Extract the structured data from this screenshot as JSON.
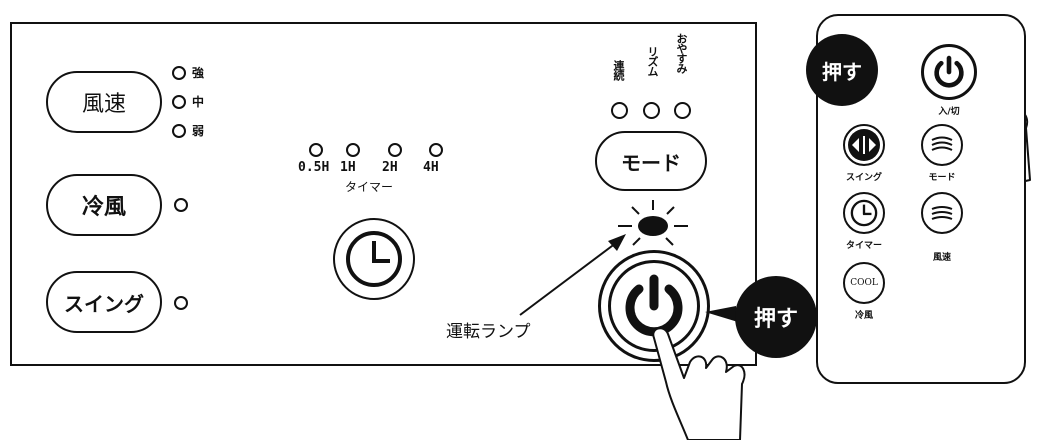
{
  "panel": {
    "fan_speed_button": "風速",
    "fan_levels": [
      "強",
      "中",
      "弱"
    ],
    "cool_button": "冷風",
    "swing_button": "スイング",
    "timer_options": [
      "0.5H",
      "1H",
      "2H",
      "4H"
    ],
    "timer_label": "タイマー",
    "mode_options": [
      "連続",
      "リズム",
      "おやすみ"
    ],
    "mode_button": "モード",
    "lamp_label": "運転ランプ",
    "press_label": "押す"
  },
  "remote": {
    "press_label": "押す",
    "power_label": "入/切",
    "swing_label": "スイング",
    "mode_label": "モード",
    "timer_label": "タイマー",
    "speed_label": "風速",
    "cool_button_text": "COOL",
    "cool_label": "冷風"
  },
  "icons": [
    "power-icon",
    "timer-icon",
    "swing-icon",
    "mode-icon",
    "wind-speed-icon",
    "pointing-hand-icon",
    "lamp-flash-icon"
  ]
}
